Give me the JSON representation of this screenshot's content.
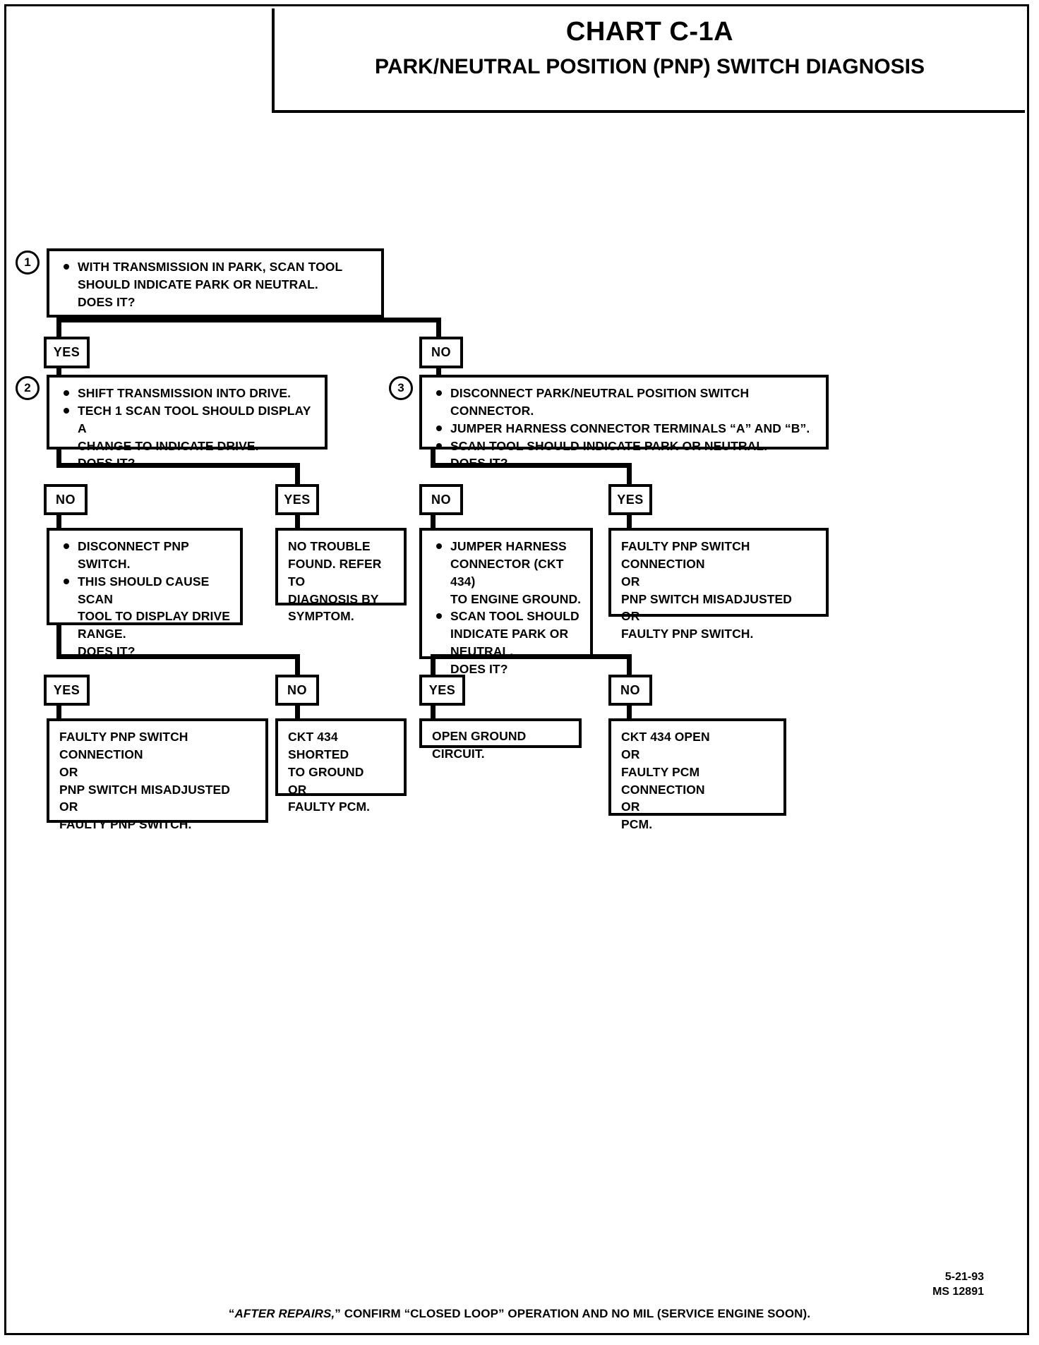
{
  "title": {
    "main": "CHART C-1A",
    "sub": "PARK/NEUTRAL POSITION (PNP) SWITCH DIAGNOSIS"
  },
  "steps": {
    "one": "1",
    "two": "2",
    "three": "3"
  },
  "labels": {
    "yes": "YES",
    "no": "NO"
  },
  "boxes": {
    "step1": {
      "line1": "WITH TRANSMISSION IN PARK,  SCAN TOOL",
      "line2": "SHOULD INDICATE PARK OR NEUTRAL.",
      "line3": "DOES IT?"
    },
    "step2": {
      "line1": "SHIFT TRANSMISSION INTO DRIVE.",
      "line2": "TECH 1 SCAN TOOL SHOULD DISPLAY A",
      "line3": "CHANGE TO INDICATE DRIVE.",
      "line4": "DOES IT?"
    },
    "step3": {
      "line1": "DISCONNECT PARK/NEUTRAL POSITION SWITCH CONNECTOR.",
      "line2": "JUMPER HARNESS CONNECTOR TERMINALS “A” AND “B”.",
      "line3": "SCAN TOOL SHOULD INDICATE PARK OR NEUTRAL.",
      "line4": "DOES IT?"
    },
    "disconnect_pnp": {
      "line1": "DISCONNECT PNP SWITCH.",
      "line2": "THIS SHOULD CAUSE SCAN",
      "line3": "TOOL TO DISPLAY DRIVE",
      "line4": "RANGE.",
      "line5": "DOES IT?"
    },
    "no_trouble": {
      "line1": "NO TROUBLE",
      "line2": "FOUND.  REFER TO",
      "line3": "DIAGNOSIS BY",
      "line4": "SYMPTOM."
    },
    "jumper_ground": {
      "line1": "JUMPER HARNESS",
      "line2": "CONNECTOR (CKT 434)",
      "line3": "TO ENGINE GROUND.",
      "line4": "SCAN TOOL SHOULD",
      "line5": "INDICATE PARK OR",
      "line6": "NEUTRAL.",
      "line7": "DOES IT?"
    },
    "faulty_conn_right": {
      "line1": "FAULTY PNP SWITCH CONNECTION",
      "line2": "OR",
      "line3": "PNP SWITCH MISADJUSTED",
      "line4": "OR",
      "line5": "FAULTY PNP SWITCH."
    },
    "faulty_conn_left": {
      "line1": "FAULTY PNP SWITCH",
      "line2": "CONNECTION",
      "line3": "OR",
      "line4": "PNP SWITCH MISADJUSTED",
      "line5": "OR",
      "line6": "FAULTY PNP SWITCH."
    },
    "ckt_shorted": {
      "line1": "CKT 434 SHORTED",
      "line2": "TO GROUND",
      "line3": "OR",
      "line4": "FAULTY PCM."
    },
    "open_ground": {
      "line1": "OPEN GROUND CIRCUIT."
    },
    "ckt_open": {
      "line1": "CKT 434 OPEN",
      "line2": "OR",
      "line3": "FAULTY PCM CONNECTION",
      "line4": "OR",
      "line5": "PCM."
    }
  },
  "footer": {
    "quote_before": "“",
    "italic_part": "AFTER REPAIRS,",
    "quote_after": "”",
    "rest": " CONFIRM “CLOSED LOOP” OPERATION AND NO MIL (SERVICE ENGINE SOON).",
    "date": "5-21-93",
    "doc_id": "MS 12891"
  }
}
